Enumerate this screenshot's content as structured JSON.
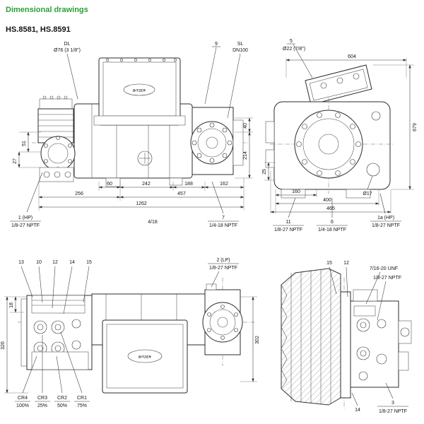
{
  "page": {
    "title": "Dimensional drawings",
    "model": "HS.8581, HS.8591",
    "brand": "BITZER"
  },
  "colors": {
    "accent": "#2aa037",
    "line": "#2b2b2b"
  },
  "view_side": {
    "dl": {
      "label": "DL",
      "size": "Ø76 (3 1/8\")"
    },
    "callout9": "9",
    "sl": {
      "label": "SL",
      "size": "DN100"
    },
    "dims": {
      "d51": "51",
      "d27": "27",
      "d40": "40",
      "d214": "214",
      "d60": "60",
      "d242": "242",
      "d188": "188",
      "d162": "162",
      "d256": "256",
      "d457": "457",
      "d1262": "1262"
    },
    "page_ref": "4/18",
    "port1": {
      "num": "1 (HP)",
      "thread": "1/8-27 NPTF"
    },
    "port7": {
      "num": "7",
      "thread": "1/4-18 NPTF"
    }
  },
  "view_end": {
    "callout5": "5",
    "bolt": "Ø22 (7/8\")",
    "dims": {
      "d604": "604",
      "d679": "679",
      "d25": "25",
      "d160": "160",
      "d17": "Ø17",
      "d400": "400",
      "d465": "465"
    },
    "port11": {
      "num": "11",
      "thread": "1/8-27 NPTF"
    },
    "port6": {
      "num": "6",
      "thread": "1/4-18 NPTF"
    },
    "port1a": {
      "num": "1a (HP)",
      "thread": "1/8-27 NPTF"
    }
  },
  "view_side2": {
    "callouts": [
      "13",
      "10",
      "12",
      "14",
      "15"
    ],
    "port2": {
      "num": "2 (LP)",
      "thread": "1/8-27 NPTF"
    },
    "dims": {
      "d18": "18",
      "d326": "326",
      "d302": "302"
    },
    "cr": [
      {
        "name": "CR4",
        "pct": "100%"
      },
      {
        "name": "CR3",
        "pct": "25%"
      },
      {
        "name": "CR2",
        "pct": "50%"
      },
      {
        "name": "CR1",
        "pct": "75%"
      }
    ]
  },
  "view_motor": {
    "callout15": "15",
    "callout12": "12",
    "thread_unf": "7/16-20 UNF",
    "thread_nptf": "1/8-27 NPTF",
    "callout14": "14",
    "port3": {
      "num": "3",
      "thread": "1/8-27 NPTF"
    }
  }
}
